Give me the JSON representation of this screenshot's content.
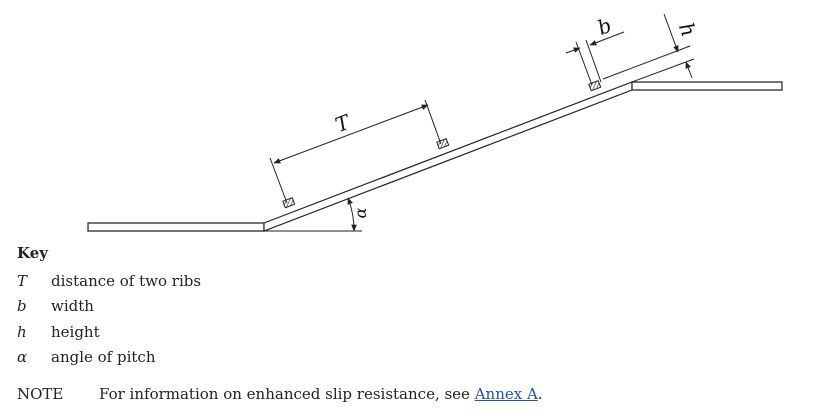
{
  "figure": {
    "label_T": "T",
    "label_b": "b",
    "label_h": "h",
    "label_alpha": "α"
  },
  "key": {
    "title": "Key",
    "items": [
      {
        "symbol": "T",
        "description": "distance of two ribs"
      },
      {
        "symbol": "b",
        "description": "width"
      },
      {
        "symbol": "h",
        "description": "height"
      },
      {
        "symbol": "α",
        "description": "angle of pitch"
      }
    ]
  },
  "note": {
    "label": "NOTE",
    "text_before": "For information on enhanced slip resistance, see ",
    "link_text": "Annex A",
    "text_after": "."
  }
}
